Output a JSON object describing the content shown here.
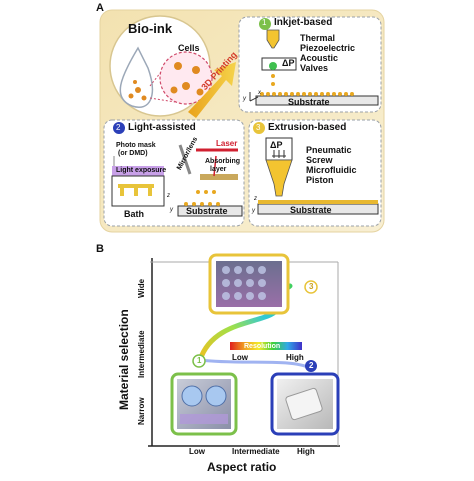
{
  "panel_a": {
    "letter": "A",
    "bioink": {
      "title": "Bio-ink",
      "cells_label": "Cells",
      "printing_label": "3D Printing"
    },
    "inkjet": {
      "number": "1",
      "title": "Inkjet-based",
      "pressure": "ΔP",
      "methods": [
        "Thermal",
        "Piezoelectric",
        "Acoustic",
        "Valves"
      ],
      "substrate": "Substrate"
    },
    "light": {
      "number": "2",
      "title": "Light-assisted",
      "photomask": [
        "Photo mask",
        "(or DMD)"
      ],
      "light_exposure": "Light exposure",
      "mirror_lens": "Mirror/lens",
      "laser": "Laser",
      "absorbing": [
        "Absorbing",
        "layer"
      ],
      "bath": "Bath",
      "substrate": "Substrate"
    },
    "extrusion": {
      "number": "3",
      "title": "Extrusion-based",
      "pressure": "ΔP",
      "methods": [
        "Pneumatic",
        "Screw",
        "Microfluidic",
        "Piston"
      ],
      "substrate": "Substrate"
    },
    "axes": {
      "x": "x",
      "y": "y",
      "z": "z"
    }
  },
  "panel_b": {
    "letter": "B",
    "y_axis_label": "Material selection",
    "x_axis_label": "Aspect ratio",
    "y_ticks": [
      "Narrow",
      "Intermediate",
      "Wide"
    ],
    "x_ticks": [
      "Low",
      "Intermediate",
      "High"
    ],
    "legend": {
      "title": "Resolution",
      "low": "Low",
      "high": "High"
    },
    "markers": [
      "1",
      "2",
      "3"
    ],
    "colors": {
      "inkjet": "#7cc04a",
      "light": "#2b3fb8",
      "extrusion": "#e8c43a",
      "panel_bg": "#f6ecc9"
    }
  }
}
